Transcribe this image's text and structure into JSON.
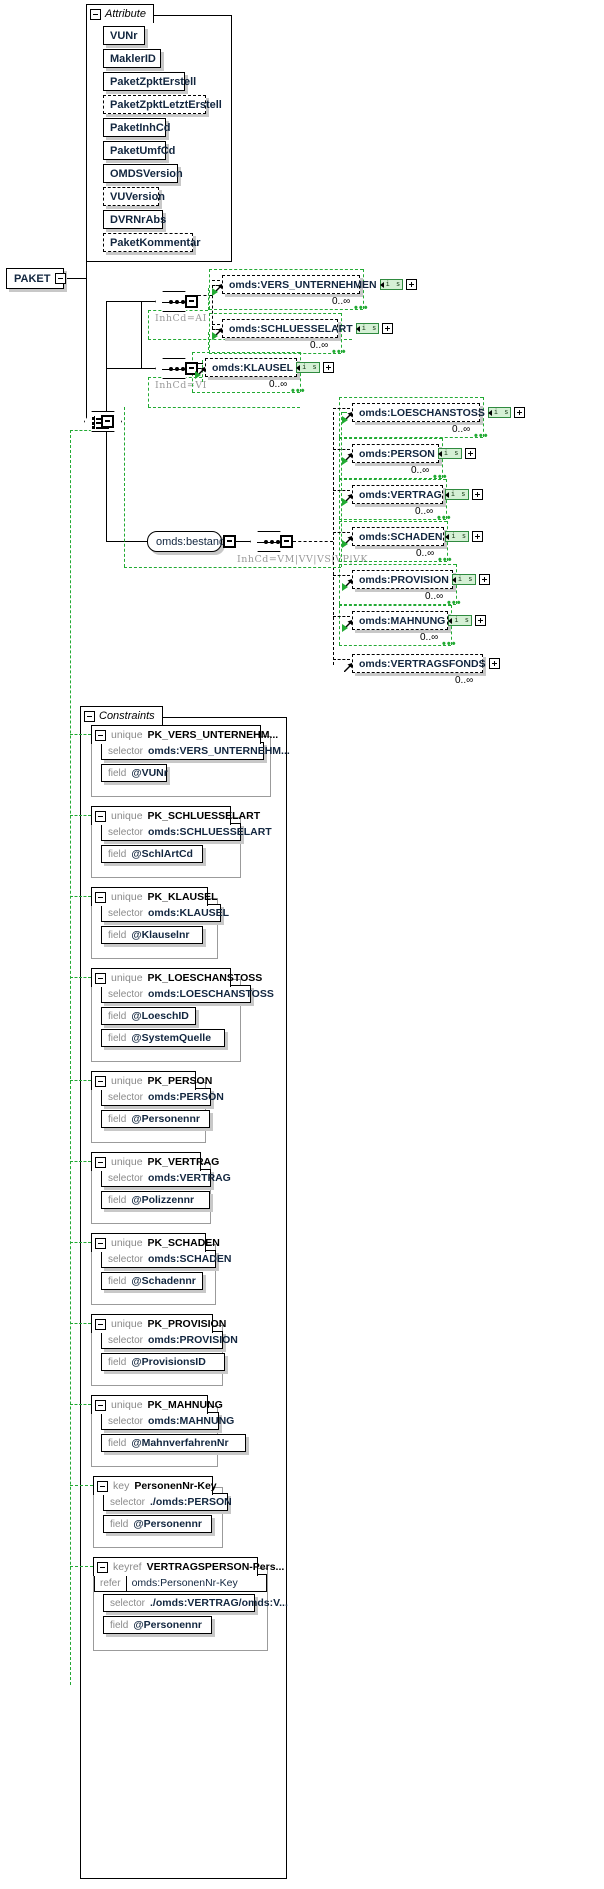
{
  "diagram": {
    "type": "xml-schema-element-diagram",
    "root_element": "PAKET",
    "attribute_group_title": "Attribute",
    "constraints_group_title": "Constraints"
  },
  "attributes": [
    {
      "name": "VUNr",
      "optional": false
    },
    {
      "name": "MaklerID",
      "optional": false
    },
    {
      "name": "PaketZpktErstell",
      "optional": false
    },
    {
      "name": "PaketZpktLetztErstell",
      "optional": true
    },
    {
      "name": "PaketInhCd",
      "optional": false
    },
    {
      "name": "PaketUmfCd",
      "optional": false
    },
    {
      "name": "OMDSVersion",
      "optional": false
    },
    {
      "name": "VUVersion",
      "optional": true
    },
    {
      "name": "DVRNrAbs",
      "optional": false
    },
    {
      "name": "PaketKommentar",
      "optional": true
    }
  ],
  "compositors": {
    "seq_ai": {
      "kind": "sequence",
      "annotation": "InhCd=AI"
    },
    "seq_vi": {
      "kind": "sequence",
      "annotation": "InhCd=VI"
    },
    "choice": {
      "kind": "choice",
      "annotation": ""
    },
    "seq_best": {
      "kind": "sequence",
      "annotation": "InhCd=VM|VV|VS|VP|VK"
    }
  },
  "nodes": {
    "bestand_label": "omds:bestand"
  },
  "branch_ai": [
    {
      "name": "omds:VERS_UNTERNEHMEN",
      "cardinality": "0..∞",
      "badge": "i s",
      "has_badge": true
    },
    {
      "name": "omds:SCHLUESSELART",
      "cardinality": "0..∞",
      "badge": "i s",
      "has_badge": true
    }
  ],
  "branch_vi": [
    {
      "name": "omds:KLAUSEL",
      "cardinality": "0..∞",
      "badge": "i s",
      "has_badge": true
    }
  ],
  "branch_bestand": [
    {
      "name": "omds:LOESCHANSTOSS",
      "cardinality": "0..∞",
      "badge": "i s",
      "has_badge": true
    },
    {
      "name": "omds:PERSON",
      "cardinality": "0..∞",
      "badge": "i s",
      "has_badge": true
    },
    {
      "name": "omds:VERTRAG",
      "cardinality": "0..∞",
      "badge": "i s",
      "has_badge": true
    },
    {
      "name": "omds:SCHADEN",
      "cardinality": "0..∞",
      "badge": "i s",
      "has_badge": true
    },
    {
      "name": "omds:PROVISION",
      "cardinality": "0..∞",
      "badge": "i s",
      "has_badge": true
    },
    {
      "name": "omds:MAHNUNG",
      "cardinality": "0..∞",
      "badge": "i s",
      "has_badge": true
    },
    {
      "name": "omds:VERTRAGSFONDS",
      "cardinality": "0..∞",
      "badge": "",
      "has_badge": false
    }
  ],
  "constraints": [
    {
      "kind": "unique",
      "name": "PK_VERS_UNTERNEHM...",
      "selector_label": "selector",
      "selector": "omds:VERS_UNTERNEHM...",
      "fields": [
        {
          "label": "field",
          "value": "@VUNr"
        }
      ]
    },
    {
      "kind": "unique",
      "name": "PK_SCHLUESSELART",
      "selector_label": "selector",
      "selector": "omds:SCHLUESSELART",
      "fields": [
        {
          "label": "field",
          "value": "@SchlArtCd"
        }
      ]
    },
    {
      "kind": "unique",
      "name": "PK_KLAUSEL",
      "selector_label": "selector",
      "selector": "omds:KLAUSEL",
      "fields": [
        {
          "label": "field",
          "value": "@Klauselnr"
        }
      ]
    },
    {
      "kind": "unique",
      "name": "PK_LOESCHANSTOSS",
      "selector_label": "selector",
      "selector": "omds:LOESCHANSTOSS",
      "fields": [
        {
          "label": "field",
          "value": "@LoeschID"
        },
        {
          "label": "field",
          "value": "@SystemQuelle"
        }
      ]
    },
    {
      "kind": "unique",
      "name": "PK_PERSON",
      "selector_label": "selector",
      "selector": "omds:PERSON",
      "fields": [
        {
          "label": "field",
          "value": "@Personennr"
        }
      ]
    },
    {
      "kind": "unique",
      "name": "PK_VERTRAG",
      "selector_label": "selector",
      "selector": "omds:VERTRAG",
      "fields": [
        {
          "label": "field",
          "value": "@Polizzennr"
        }
      ]
    },
    {
      "kind": "unique",
      "name": "PK_SCHADEN",
      "selector_label": "selector",
      "selector": "omds:SCHADEN",
      "fields": [
        {
          "label": "field",
          "value": "@Schadennr"
        }
      ]
    },
    {
      "kind": "unique",
      "name": "PK_PROVISION",
      "selector_label": "selector",
      "selector": "omds:PROVISION",
      "fields": [
        {
          "label": "field",
          "value": "@ProvisionsID"
        }
      ]
    },
    {
      "kind": "unique",
      "name": "PK_MAHNUNG",
      "selector_label": "selector",
      "selector": "omds:MAHNUNG",
      "fields": [
        {
          "label": "field",
          "value": "@MahnverfahrenNr"
        }
      ]
    },
    {
      "kind": "key",
      "name": "PersonenNr-Key",
      "selector_label": "selector",
      "selector": "./omds:PERSON",
      "fields": [
        {
          "label": "field",
          "value": "@Personennr"
        }
      ]
    },
    {
      "kind": "keyref",
      "name": "VERTRAGSPERSON-Pers...",
      "refer_label": "refer",
      "refer": "omds:PersonenNr-Key",
      "selector_label": "selector",
      "selector": "./omds:VERTRAG/omds:V...",
      "fields": [
        {
          "label": "field",
          "value": "@Personennr"
        }
      ]
    }
  ],
  "colors": {
    "green_dashed": "#22aa33",
    "shadow": "#c8c8c8",
    "text": "#12263f",
    "muted": "#8a8a8a"
  }
}
